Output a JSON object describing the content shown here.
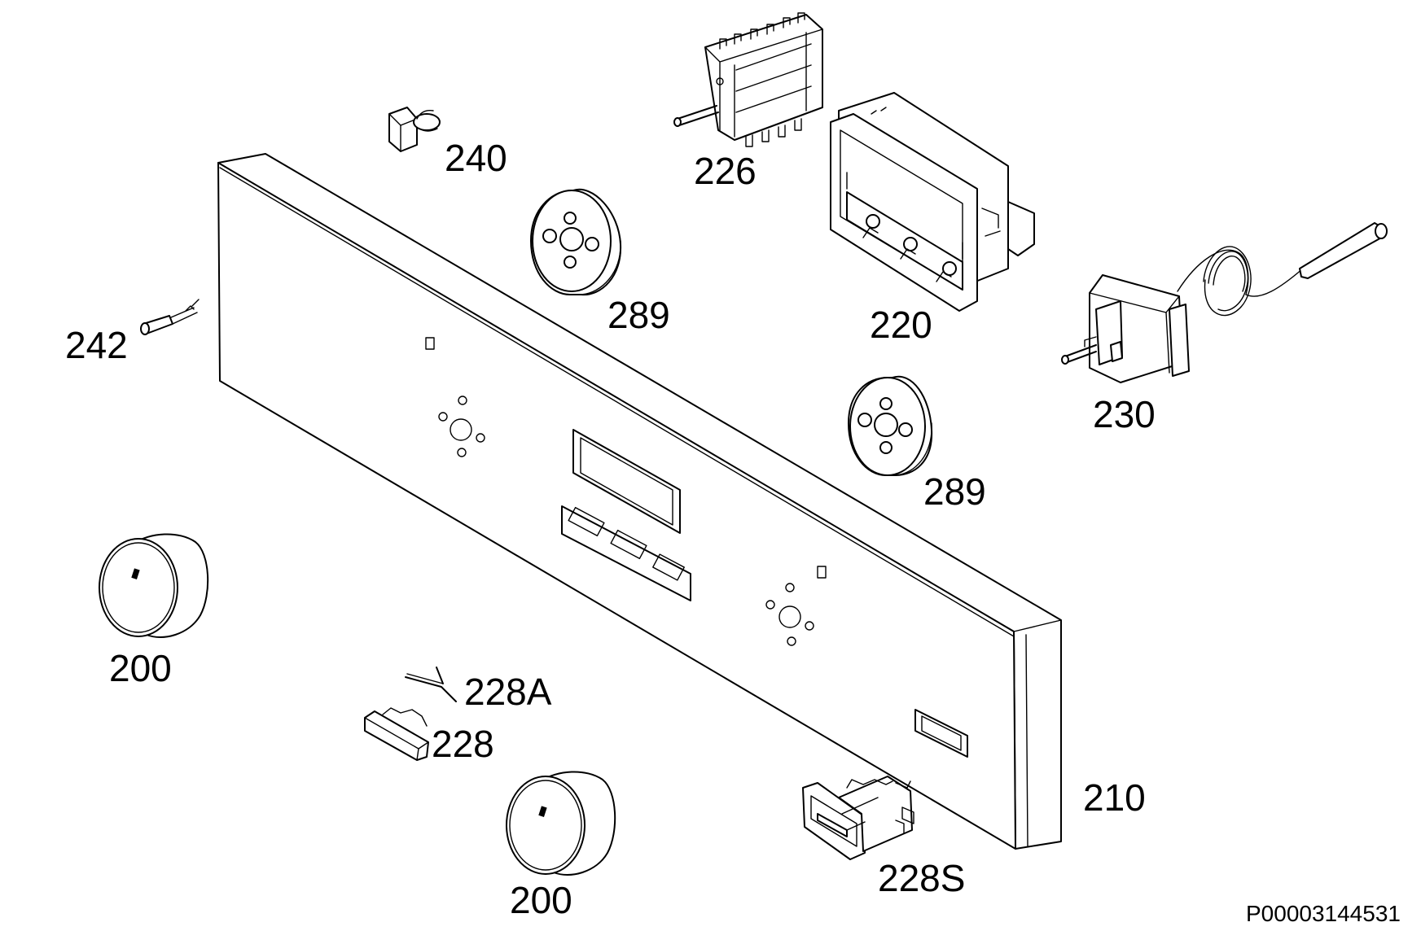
{
  "diagram": {
    "labels": {
      "p240": "240",
      "p226": "226",
      "p289a": "289",
      "p220": "220",
      "p242": "242",
      "p230": "230",
      "p289b": "289",
      "p200a": "200",
      "p228a": "228A",
      "p228": "228",
      "p210": "210",
      "p200b": "200",
      "p228s": "228S"
    },
    "document_number": "P00003144531"
  }
}
